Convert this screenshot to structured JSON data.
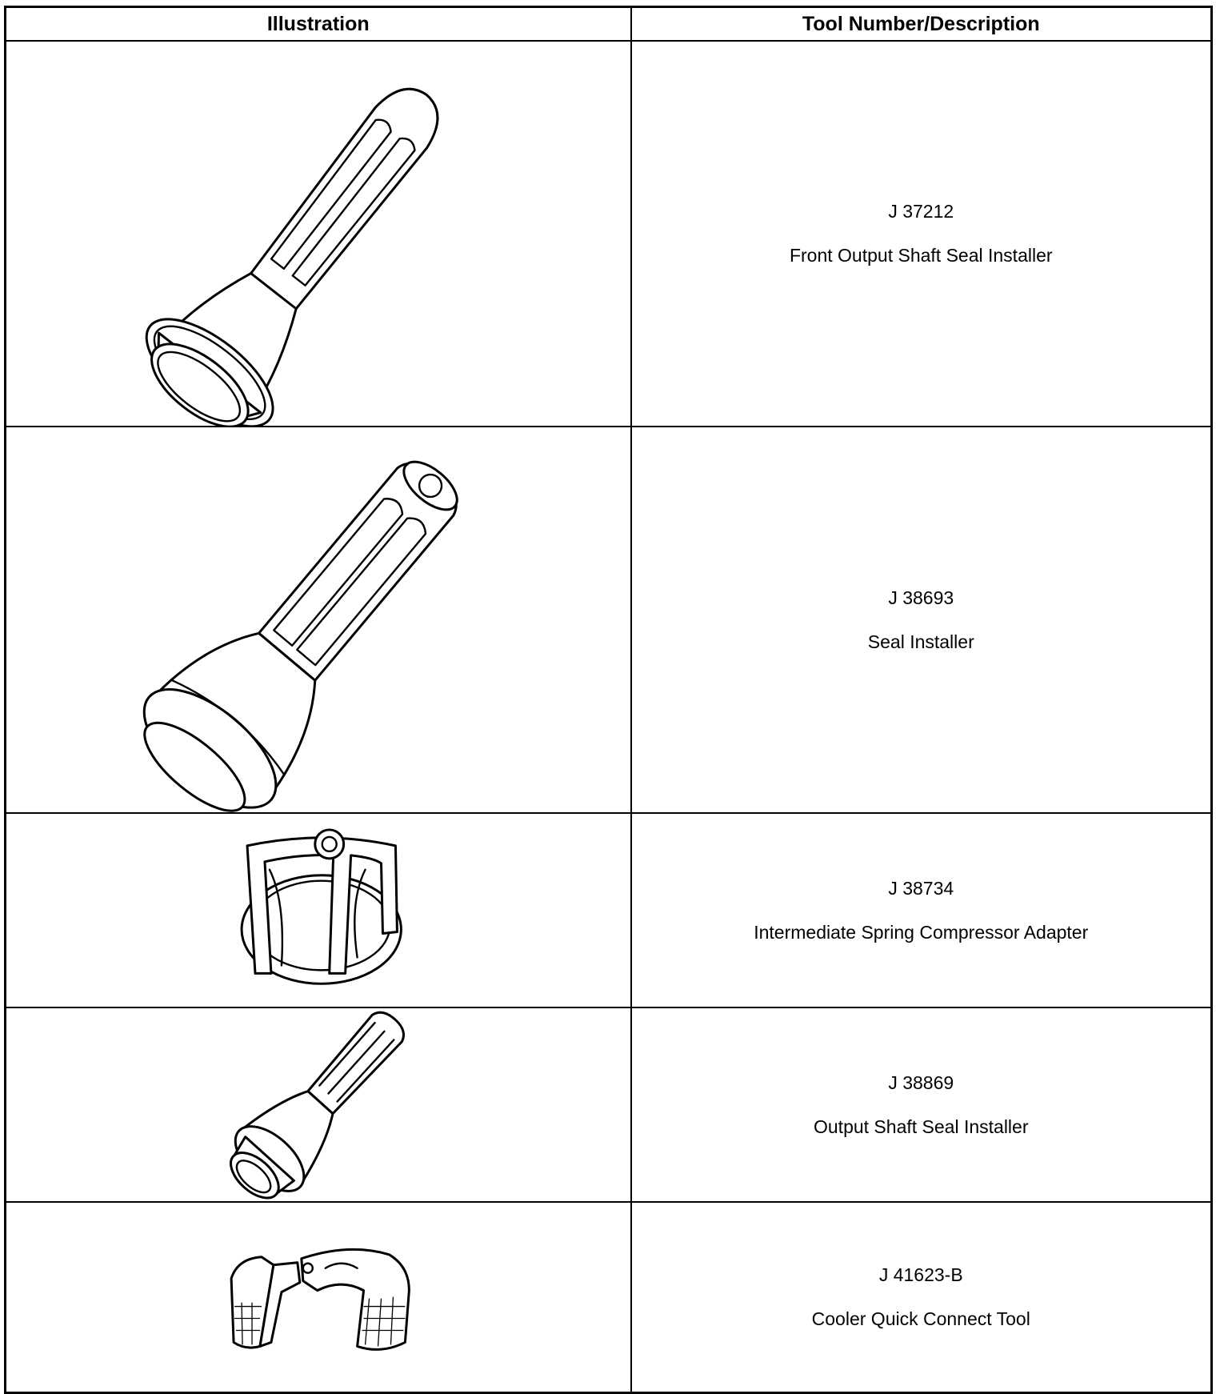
{
  "table": {
    "headers": {
      "illustration": "Illustration",
      "tool": "Tool Number/Description"
    },
    "rows": [
      {
        "tool_number": "J 37212",
        "description": "Front Output Shaft Seal Installer",
        "icon": "front-output-shaft-seal-installer-illustration"
      },
      {
        "tool_number": "J 38693",
        "description": "Seal Installer",
        "icon": "seal-installer-illustration"
      },
      {
        "tool_number": "J 38734",
        "description": "Intermediate Spring Compressor Adapter",
        "icon": "spring-compressor-adapter-illustration"
      },
      {
        "tool_number": "J 38869",
        "description": "Output Shaft Seal Installer",
        "icon": "output-shaft-seal-installer-illustration"
      },
      {
        "tool_number": "J 41623-B",
        "description": "Cooler Quick Connect Tool",
        "icon": "cooler-quick-connect-tool-illustration"
      }
    ]
  }
}
